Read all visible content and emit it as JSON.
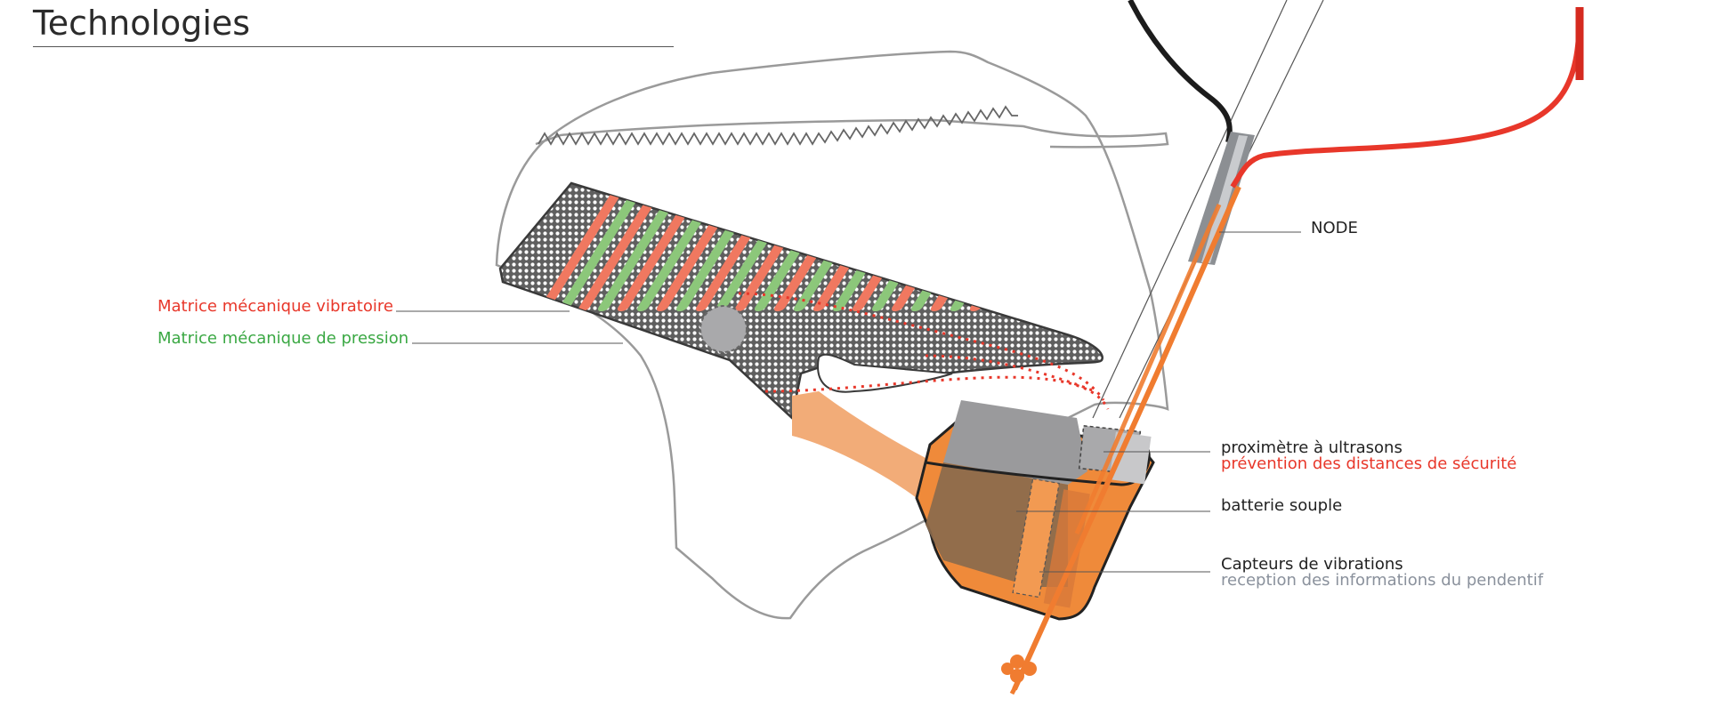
{
  "title": "Technologies",
  "colors": {
    "vibration_red": "#e8372a",
    "pressure_green": "#3aa843",
    "tube_orange": "#f07c30",
    "cable_red": "#e8372a",
    "battery_brown": "#8a6a4d",
    "node_grey": "#9a9da1",
    "dotted_mesh": "#6e6e6e"
  },
  "labels": {
    "vibration_matrix": "Matrice mécanique vibratoire",
    "pressure_matrix": "Matrice mécanique de pression",
    "node": "NODE",
    "ultrasonic": "proximètre à ultrasons",
    "ultrasonic_sub": "prévention des distances de sécurité",
    "battery": "batterie souple",
    "sensors": "Capteurs de vibrations",
    "sensors_sub": "reception des informations du pendentif"
  }
}
